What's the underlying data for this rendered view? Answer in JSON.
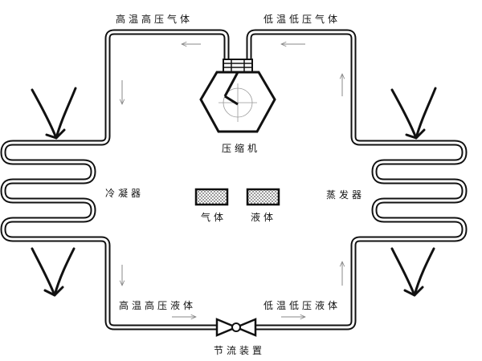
{
  "labels": {
    "high_temp_high_pressure_gas": "高温高压气体",
    "low_temp_low_pressure_gas": "低温低压气体",
    "compressor": "压缩机",
    "condenser": "冷凝器",
    "evaporator": "蒸发器",
    "gas": "气体",
    "liquid": "液体",
    "high_temp_high_pressure_liquid": "高温高压液体",
    "low_temp_low_pressure_liquid": "低温低压液体",
    "throttle_device": "节流装置"
  },
  "colors": {
    "pipe_outline": "#111111",
    "pipe_fill": "#ffffff",
    "arrow": "#888888",
    "stroke": "#111111"
  }
}
